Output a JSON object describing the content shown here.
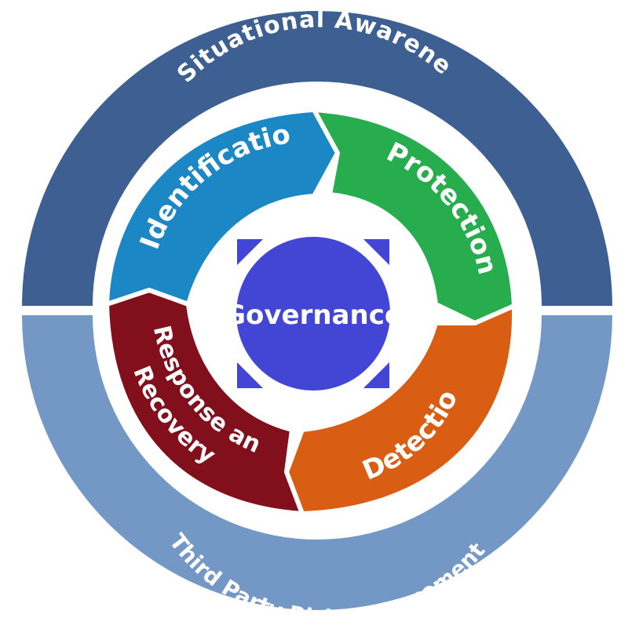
{
  "outer_ring": {
    "top_label": "Situational  Awareness",
    "bottom_label": "Third Party Risk Management",
    "top_color": "#3d5f92",
    "bottom_color": "#7498c6"
  },
  "cycle": [
    {
      "name": "identification",
      "label": "Identification",
      "color": "#1b87c5"
    },
    {
      "name": "protection",
      "label": "Protection",
      "color": "#27ad4e"
    },
    {
      "name": "detection",
      "label": "Detection",
      "color": "#d95d12"
    },
    {
      "name": "response",
      "label": "Response and Recovery",
      "color": "#82101c"
    }
  ],
  "center": {
    "label": "Governance",
    "color": "#4345d4"
  }
}
